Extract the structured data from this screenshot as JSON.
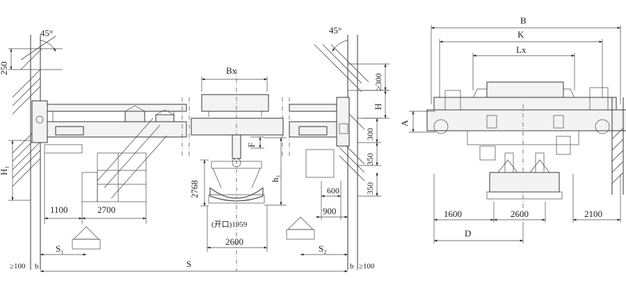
{
  "left_view": {
    "angle_left": "45°",
    "angle_right": "45°",
    "dim_250": "250",
    "dim_H1": "H₁",
    "dim_1100": "1100",
    "dim_2700": "2700",
    "dim_Bx": "Bx",
    "dim_ge300": "≥300",
    "dim_H": "H",
    "dim_300": "300",
    "dim_F": "F",
    "dim_350_top": "350",
    "dim_350_bottom": "350",
    "dim_2768": "2768",
    "dim_h1": "h₁",
    "dim_600": "600",
    "dim_900": "900",
    "dim_open": "(开口)1959",
    "dim_2600": "2600",
    "dim_S1": "S₁",
    "dim_S2": "S₂",
    "dim_S": "S",
    "dim_ge100_left": "≥100",
    "dim_ge100_right": "≥100",
    "dim_b_left": "b",
    "dim_b_right": "b"
  },
  "right_view": {
    "dim_B": "B",
    "dim_K": "K",
    "dim_Lx": "Lx",
    "dim_A": "A",
    "dim_1600": "1600",
    "dim_2600": "2600",
    "dim_2100": "2100",
    "dim_D": "D"
  }
}
